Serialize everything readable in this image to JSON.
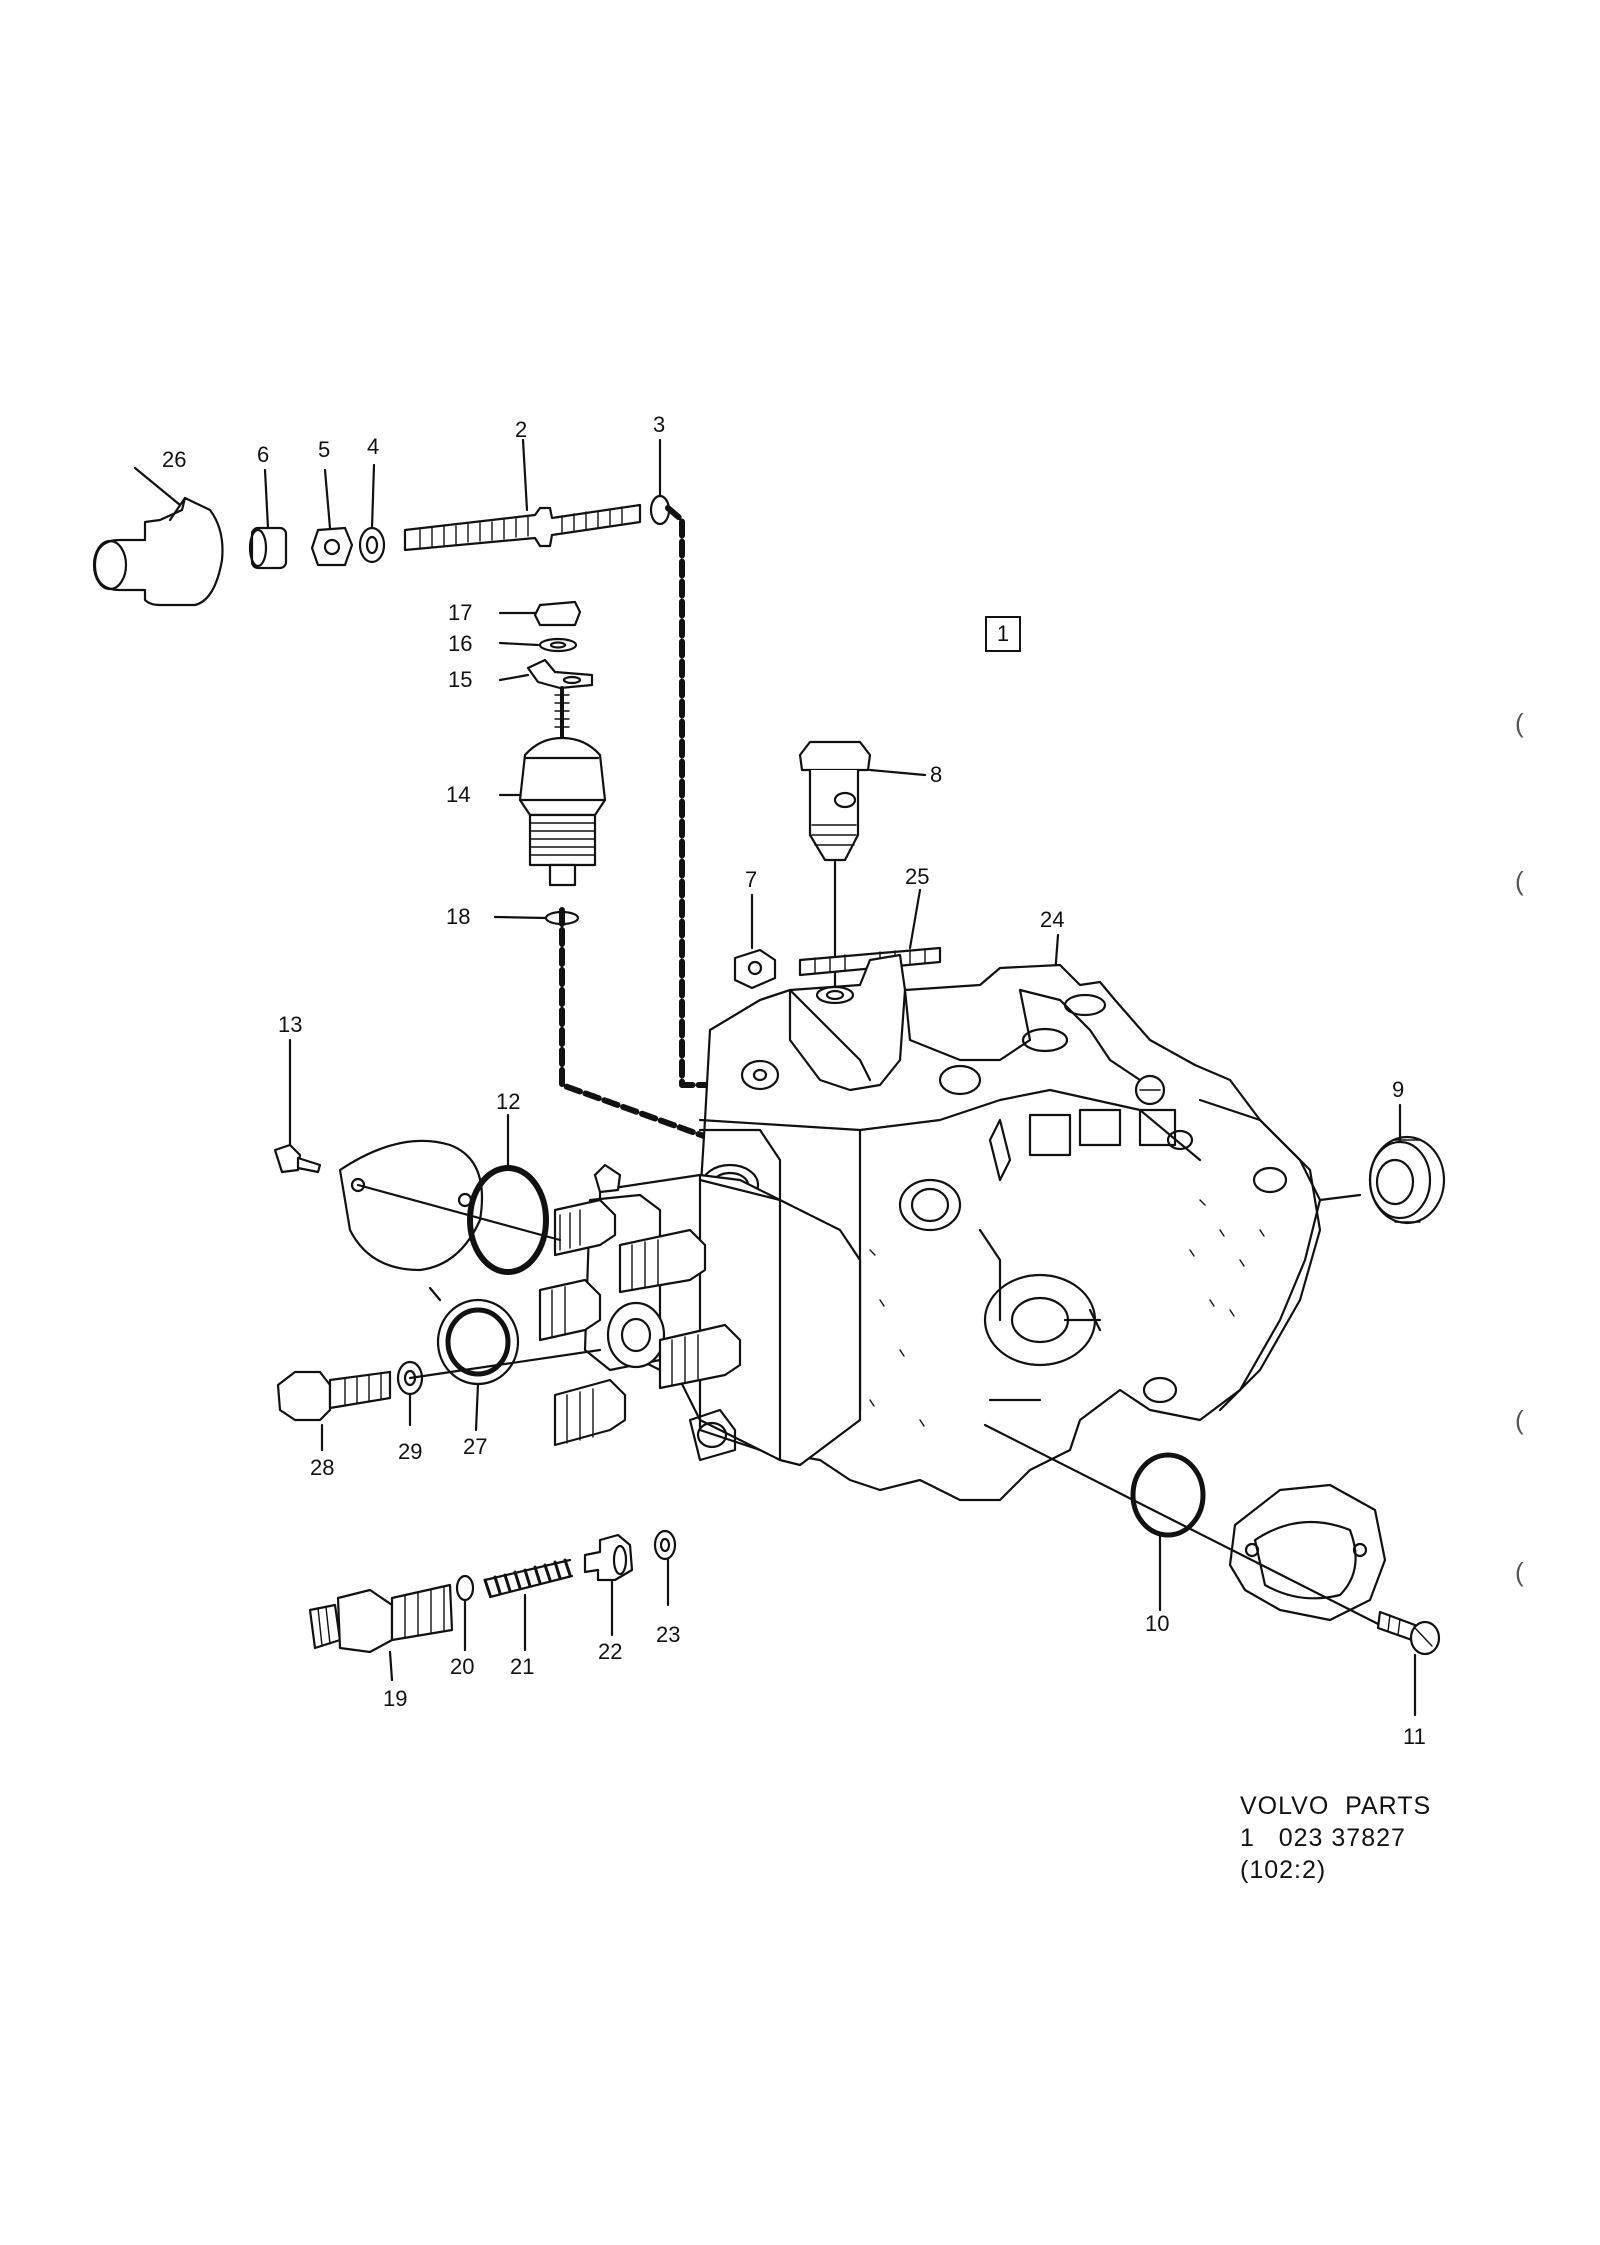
{
  "diagram": {
    "reference_box": "1",
    "part_numbers": {
      "p2": "2",
      "p3": "3",
      "p4": "4",
      "p5": "5",
      "p6": "6",
      "p7": "7",
      "p8": "8",
      "p9": "9",
      "p10": "10",
      "p11": "11",
      "p12": "12",
      "p13": "13",
      "p14": "14",
      "p15": "15",
      "p16": "16",
      "p17": "17",
      "p18": "18",
      "p19": "19",
      "p20": "20",
      "p21": "21",
      "p22": "22",
      "p23": "23",
      "p24": "24",
      "p25": "25",
      "p26": "26",
      "p27": "27",
      "p28": "28",
      "p29": "29"
    }
  },
  "caption": {
    "line1": "VOLVO  PARTS",
    "line2": "1   023 37827",
    "line3": "(102:2)"
  },
  "margin_marks": {
    "paren": "("
  }
}
